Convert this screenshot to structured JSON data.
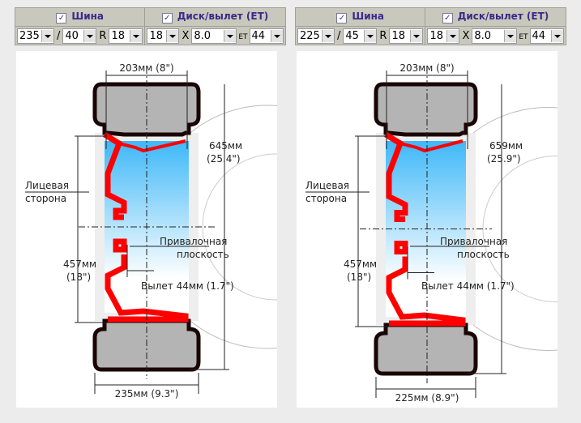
{
  "panels": [
    {
      "tire_header": "Шина",
      "disk_header": "Диск/вылет (ET)",
      "width": "235",
      "slash": "/",
      "profile": "40",
      "r_label": "R",
      "radius": "18",
      "disk_diameter": "18",
      "x_label": "X",
      "disk_width": "8.0",
      "et_label": "ET",
      "et": "44",
      "rim_width_label": "203мм (8\")",
      "outer_diameter_mm": "645мм",
      "outer_diameter_in": "(25.4\")",
      "face_label_1": "Лицевая",
      "face_label_2": "сторона",
      "mount_label_1": "Привалочная",
      "mount_label_2": "плоскость",
      "rim_diameter_mm": "457мм",
      "rim_diameter_in": "(18\")",
      "offset_label": "Вылет 44мм (1.7\")",
      "tire_width_label": "235мм (9.3\")"
    },
    {
      "tire_header": "Шина",
      "disk_header": "Диск/вылет (ET)",
      "width": "225",
      "slash": "/",
      "profile": "45",
      "r_label": "R",
      "radius": "18",
      "disk_diameter": "18",
      "x_label": "X",
      "disk_width": "8.0",
      "et_label": "ET",
      "et": "44",
      "rim_width_label": "203мм (8\")",
      "outer_diameter_mm": "659мм",
      "outer_diameter_in": "(25.9\")",
      "face_label_1": "Лицевая",
      "face_label_2": "сторона",
      "mount_label_1": "Привалочная",
      "mount_label_2": "плоскость",
      "rim_diameter_mm": "457мм",
      "rim_diameter_in": "(18\")",
      "offset_label": "Вылет 44мм (1.7\")",
      "tire_width_label": "225мм (8.9\")"
    }
  ],
  "colors": {
    "header_text": "#3a2a8a",
    "tire": "#b4b4b4",
    "tire_outline": "#1a0505",
    "rim": "#ff0000",
    "fill": "#3fb8f8"
  }
}
